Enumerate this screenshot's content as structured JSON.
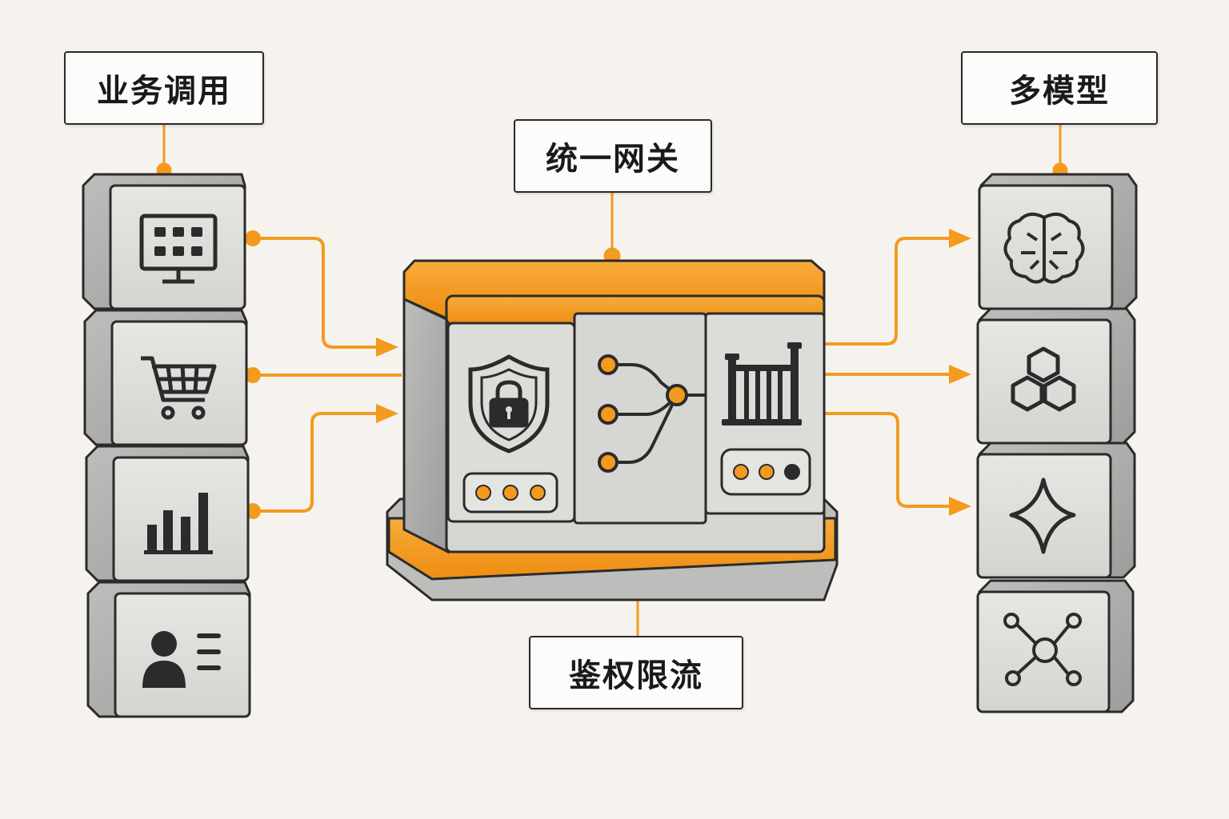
{
  "labels": {
    "business_call": "业务调用",
    "unified_gateway": "统一网关",
    "multi_model": "多模型",
    "auth_rate_limit": "鉴权限流"
  },
  "colors": {
    "accent": "#f39a1f",
    "block": "#c9c9c7",
    "block_face": "#dededb",
    "outline": "#2b2b2b",
    "background": "#f6f3ee"
  },
  "business_sources": [
    {
      "icon": "monitor-grid-icon"
    },
    {
      "icon": "shopping-cart-icon"
    },
    {
      "icon": "bar-chart-icon"
    },
    {
      "icon": "user-id-card-icon"
    }
  ],
  "gateway_modules": [
    {
      "icon": "shield-lock-icon"
    },
    {
      "icon": "routing-network-icon"
    },
    {
      "icon": "gate-barrier-icon"
    }
  ],
  "models": [
    {
      "icon": "brain-circuit-icon"
    },
    {
      "icon": "hexagon-cluster-icon"
    },
    {
      "icon": "sparkle-star-icon"
    },
    {
      "icon": "node-graph-icon"
    }
  ]
}
